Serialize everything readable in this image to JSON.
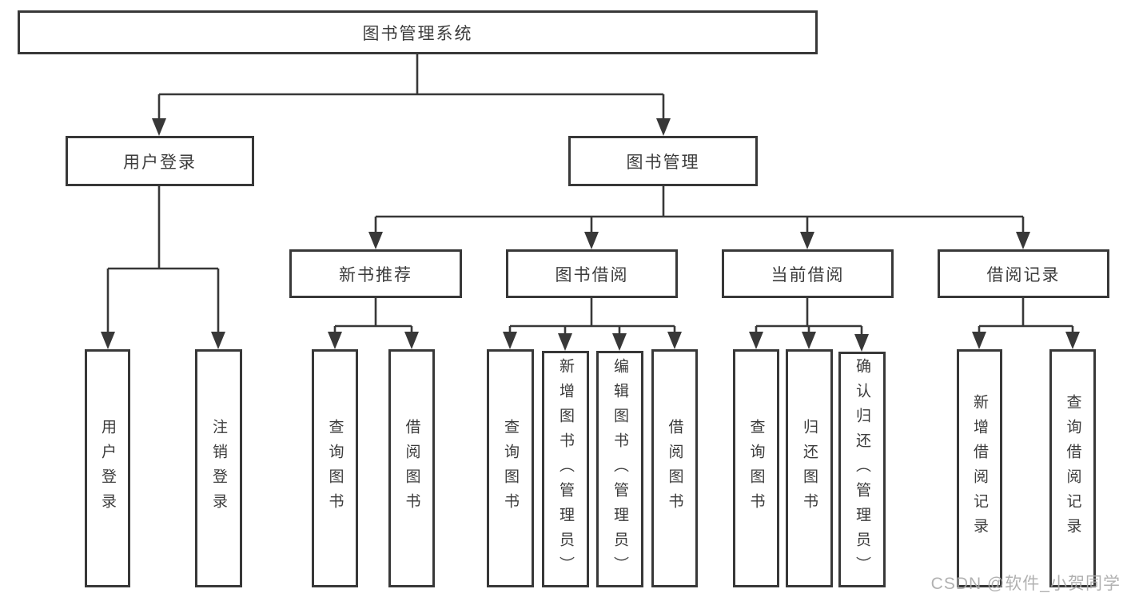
{
  "diagram_title": "图书管理系统",
  "nodes": {
    "root": "图书管理系统",
    "user_login": "用户登录",
    "book_mgmt": "图书管理",
    "new_book_rec": "新书推荐",
    "book_borrow": "图书借阅",
    "current_borrow": "当前借阅",
    "borrow_record": "借阅记录",
    "leaf_user_login": "用户登录",
    "leaf_logout": "注销登录",
    "leaf_query_book_1": "查询图书",
    "leaf_borrow_book_1": "借阅图书",
    "leaf_query_book_2": "查询图书",
    "leaf_add_book": "新增图书（管理员）",
    "leaf_edit_book": "编辑图书（管理员）",
    "leaf_borrow_book_2": "借阅图书",
    "leaf_query_book_3": "查询图书",
    "leaf_return_book": "归还图书",
    "leaf_confirm_return": "确认归还（管理员）",
    "leaf_add_record": "新增借阅记录",
    "leaf_query_record": "查询借阅记录"
  },
  "hierarchy": {
    "图书管理系统": {
      "用户登录": [
        "用户登录",
        "注销登录"
      ],
      "图书管理": {
        "新书推荐": [
          "查询图书",
          "借阅图书"
        ],
        "图书借阅": [
          "查询图书",
          "新增图书（管理员）",
          "编辑图书（管理员）",
          "借阅图书"
        ],
        "当前借阅": [
          "查询图书",
          "归还图书",
          "确认归还（管理员）"
        ],
        "借阅记录": [
          "新增借阅记录",
          "查询借阅记录"
        ]
      }
    }
  },
  "watermark": "CSDN @软件_小贺同学",
  "colors": {
    "background": "#ffffff",
    "line": "#383838",
    "box_border": "#383838",
    "text": "#3c3c3c",
    "watermark": "#a8a8a8"
  }
}
